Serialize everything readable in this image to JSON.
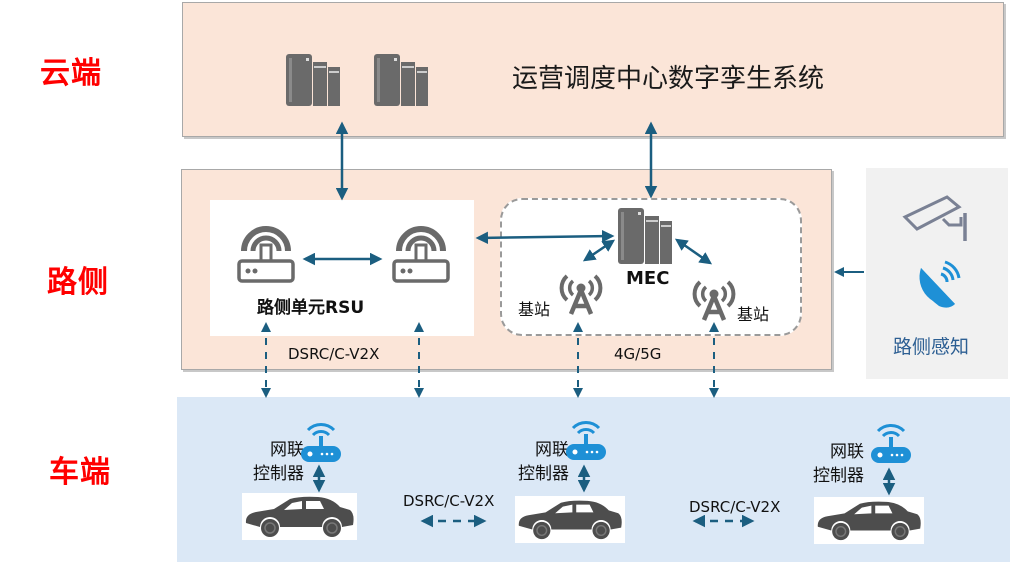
{
  "layers": {
    "cloud": "云端",
    "road": "路侧",
    "vehicle": "车端"
  },
  "cloud": {
    "title": "运营调度中心数字孪生系统",
    "icons": [
      "server-icon",
      "server-icon"
    ]
  },
  "roadside": {
    "rsu_label": "路侧单元RSU",
    "rsu_icons": [
      "rsu-router-icon",
      "rsu-router-icon"
    ],
    "mec_label": "MEC",
    "base_station_left": "基站",
    "base_station_right": "基站",
    "protocol_left": "DSRC/C-V2X",
    "protocol_right": "4G/5G",
    "sensing": {
      "label": "路侧感知",
      "icons": [
        "camera-icon",
        "radar-icon"
      ]
    }
  },
  "vehicle": {
    "units": [
      {
        "label_line1": "网联",
        "label_line2": "控制器",
        "icon": "wifi-router-icon",
        "car_icon": "car-icon"
      },
      {
        "label_line1": "网联",
        "label_line2": "控制器",
        "icon": "wifi-router-icon",
        "car_icon": "car-icon"
      },
      {
        "label_line1": "网联",
        "label_line2": "控制器",
        "icon": "wifi-router-icon",
        "car_icon": "car-icon"
      }
    ],
    "v2v_protocols": [
      "DSRC/C-V2X",
      "DSRC/C-V2X"
    ]
  },
  "colors": {
    "layer_label": "#ff0000",
    "arrow": "#1b5e80",
    "cloud_bg": "#fbe5d8",
    "vehicle_bg": "#dbe8f6",
    "sensing_bg": "#f1f1f1",
    "icon_gray": "#6a6a6a",
    "icon_blue": "#1e90d6"
  }
}
